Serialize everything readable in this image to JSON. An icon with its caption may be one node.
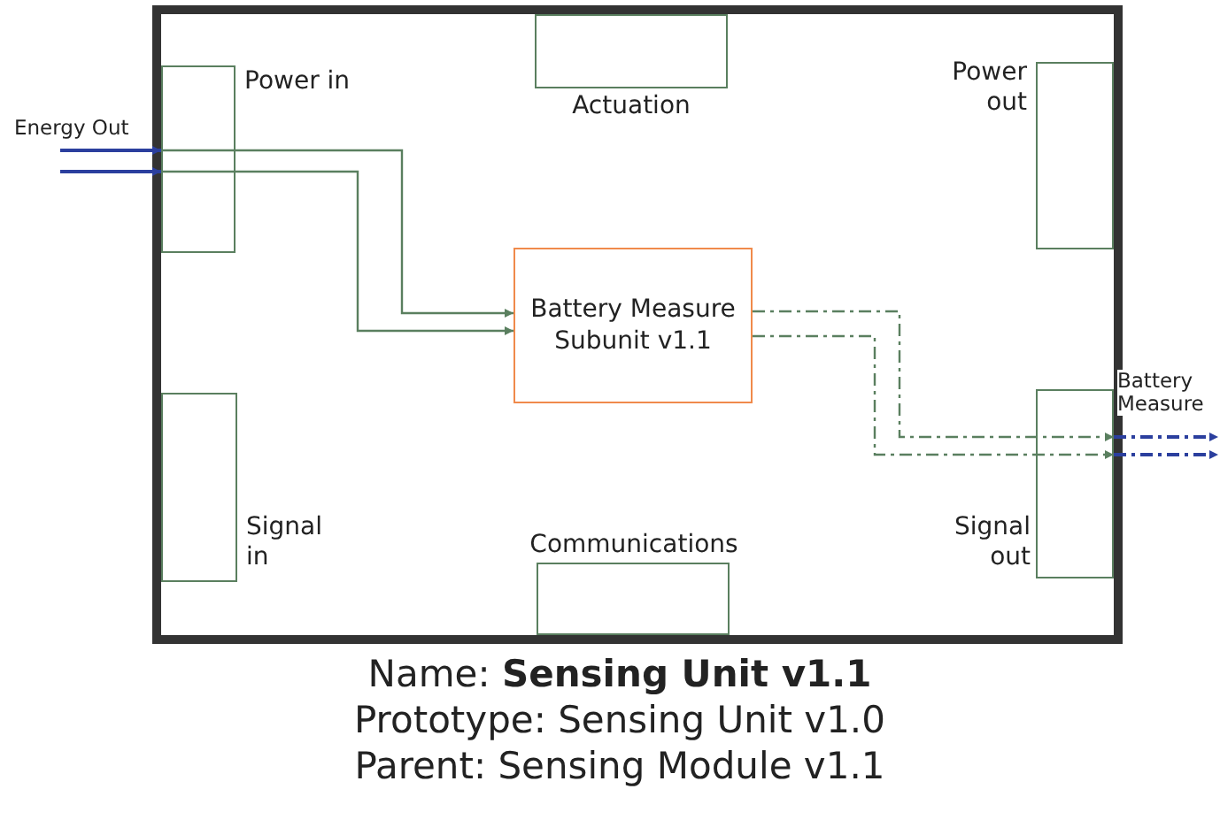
{
  "diagram": {
    "nodes": [
      {
        "text": [],
        "shape": "box",
        "beside": [
          "Name: **Sensing Unit v1.1**",
          "Prototype: Sensing Unit v1.0",
          "Parent: Sensing Module v1.1"
        ]
      },
      {
        "text": [
          "Power in"
        ],
        "in": 0
      },
      {
        "text": [
          "Actuation"
        ],
        "in": 0
      },
      {
        "text": [
          "Power out"
        ],
        "in": 0
      },
      {
        "text": [
          "Battery Measure Subunit v1.1"
        ],
        "in": 0
      },
      {
        "text": [
          "Signal in"
        ],
        "in": 0
      },
      {
        "text": [
          "Communications"
        ],
        "in": 0
      },
      {
        "text": [
          "Signal out"
        ],
        "in": 0
      }
    ],
    "edges": [
      {
        "from": null,
        "to": 1,
        "arrow": "to",
        "label": "Energy Out",
        "color": "#2b3f9e"
      },
      {
        "from": null,
        "to": 1,
        "arrow": "to",
        "color": "#2b3f9e"
      },
      {
        "from": 1,
        "to": 4,
        "arrow": "to"
      },
      {
        "from": 1,
        "to": 4,
        "arrow": "to"
      },
      {
        "from": 4,
        "to": 7,
        "arrow": "to",
        "style": "dashed"
      },
      {
        "from": 4,
        "to": 7,
        "arrow": "to",
        "style": "dashed"
      },
      {
        "from": 7,
        "to": null,
        "arrow": "to",
        "label": "Battery Measure",
        "style": "dashed",
        "color": "#2b3f9e"
      },
      {
        "from": 7,
        "to": null,
        "arrow": "to",
        "style": "dashed",
        "color": "#2b3f9e"
      }
    ]
  }
}
